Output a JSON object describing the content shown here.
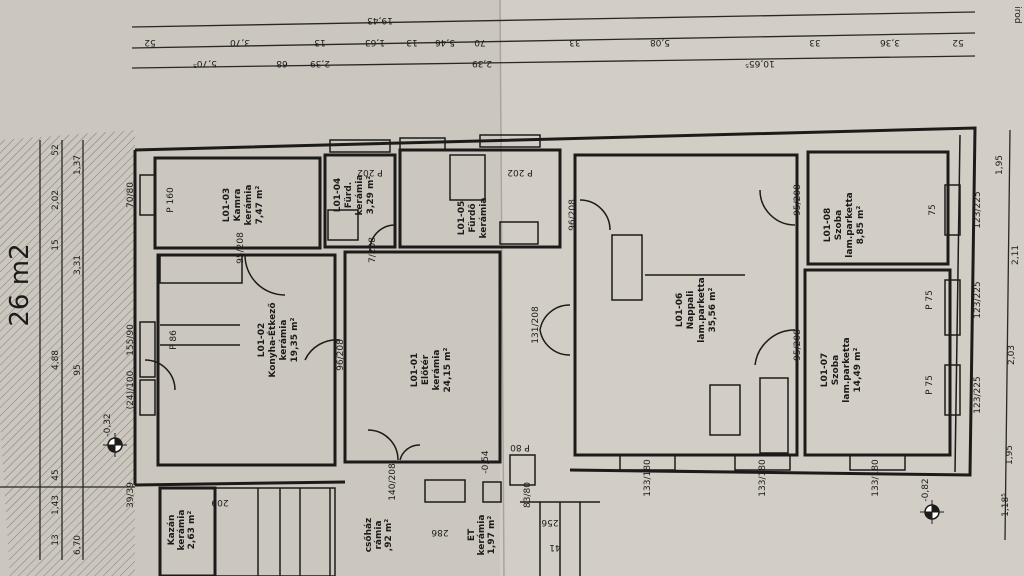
{
  "plot_area": "26 m2",
  "rooms": [
    {
      "id": "L01-01",
      "name": "Előtér",
      "floor": "kerámia",
      "area": "24,15 m²"
    },
    {
      "id": "L01-02",
      "name": "Konyha-Étkező",
      "floor": "kerámia",
      "area": "19,35 m²"
    },
    {
      "id": "L01-03",
      "name": "Kamra",
      "floor": "kerámia",
      "area": "7,47 m²"
    },
    {
      "id": "L01-04",
      "name": "Fürd.",
      "floor": "kerámia",
      "area": "3,29 m²"
    },
    {
      "id": "L01-05",
      "name": "Fürdő",
      "floor": "kerámia",
      "area": ""
    },
    {
      "id": "L01-06",
      "name": "Nappali",
      "floor": "lam.parketta",
      "area": "35,56 m²"
    },
    {
      "id": "L01-07",
      "name": "Szoba",
      "floor": "lam.parketta",
      "area": "14,49 m²"
    },
    {
      "id": "L01-08",
      "name": "Szoba",
      "floor": "lam.parketta",
      "area": "8,85 m²"
    },
    {
      "id": "",
      "name": "Kazán",
      "floor": "kerámia",
      "area": "2,63 m²"
    },
    {
      "id": "",
      "name": "csőház",
      "floor": "rámia",
      "area": ",92 m²"
    },
    {
      "id": "",
      "name": "ET",
      "floor": "kerámia",
      "area": "1,97 m²"
    }
  ],
  "top_dimensions": {
    "row1": [
      "19,43"
    ],
    "row2": [
      "52",
      "3,70",
      "13",
      "1,63",
      "13",
      "5,46",
      "70",
      "33",
      "5,08",
      "33",
      "3,36",
      "52"
    ],
    "row3": [
      "5,70⁵",
      "68",
      "2,39",
      "10,65⁵"
    ]
  },
  "left_dimensions": [
    "52",
    "1,37",
    "2,02",
    "15",
    "3,31",
    "4,88",
    "95",
    "45",
    "1,43",
    "13",
    "6,70"
  ],
  "right_dimensions": [
    "1,95",
    "2,11",
    "2,03",
    "1,95",
    "1,18⁵"
  ],
  "openings": [
    "P 160",
    "P 86",
    "P 202",
    "P 202",
    "P 80",
    "P 75",
    "P 75",
    "75",
    "95/208",
    "95/208",
    "95/208",
    "96/208",
    "96/208",
    "7/208",
    "131/208",
    "140/208",
    "70/80",
    "155/90",
    "(24)/100",
    "39/39",
    "133/180",
    "133/180",
    "133/180",
    "123/225",
    "123/225",
    "123/225",
    "83/80",
    "286",
    "256",
    "209",
    "41"
  ],
  "levels": [
    "-0,32",
    "-0,54",
    "-0,82"
  ],
  "edge_text": "irod"
}
